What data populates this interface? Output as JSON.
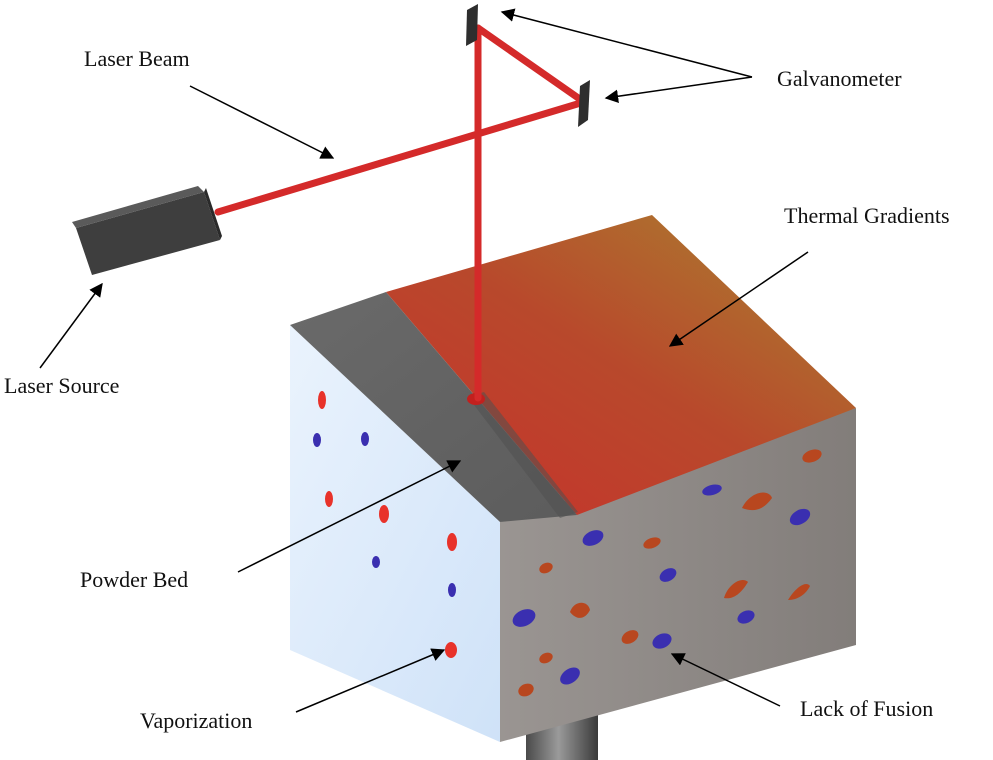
{
  "labels": {
    "laser_beam": "Laser Beam",
    "galvanometer": "Galvanometer",
    "laser_source": "Laser Source",
    "thermal_gradients": "Thermal Gradients",
    "powder_bed": "Powder Bed",
    "vaporization": "Vaporization",
    "lack_of_fusion": "Lack of Fusion"
  },
  "colors": {
    "beam": "#d42a2a",
    "laser_source": "#3c3c3c",
    "mirror": "#2e2e2e",
    "powder_bed": "#6b6b6b",
    "thermal_hot": "#c83228",
    "thermal_cool": "#a9852f",
    "left_face": "#dbeafb",
    "front_face": "#8f8b88",
    "pore_vaporization": "#e8322a",
    "pore_lack_of_fusion": "#3a2fb0",
    "pore_thermal": "#b8471f"
  }
}
